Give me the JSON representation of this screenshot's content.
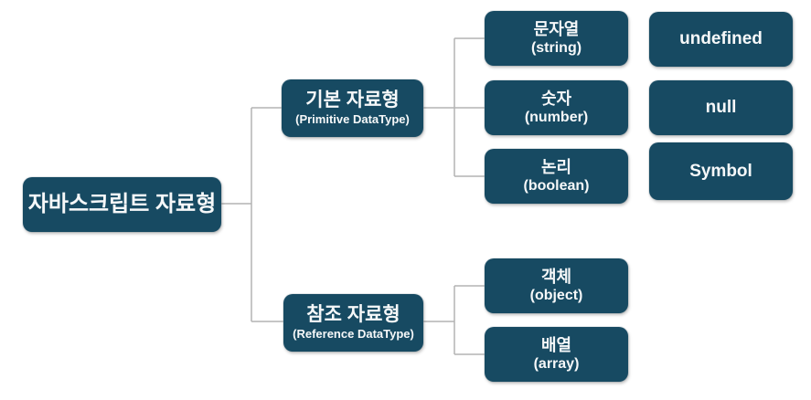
{
  "diagram": {
    "root": {
      "label": "자바스크립트 자료형"
    },
    "branches": {
      "primitive": {
        "label": "기본 자료형",
        "sublabel": "(Primitive DataType)"
      },
      "reference": {
        "label": "참조 자료형",
        "sublabel": "(Reference DataType)"
      }
    },
    "primitive_children": [
      {
        "label": "문자열",
        "sublabel": "(string)"
      },
      {
        "label": "숫자",
        "sublabel": "(number)"
      },
      {
        "label": "논리",
        "sublabel": "(boolean)"
      }
    ],
    "extra_primitives": [
      {
        "label": "undefined"
      },
      {
        "label": "null"
      },
      {
        "label": "Symbol"
      }
    ],
    "reference_children": [
      {
        "label": "객체",
        "sublabel": "(object)"
      },
      {
        "label": "배열",
        "sublabel": "(array)"
      }
    ],
    "colors": {
      "node_fill": "#174a62",
      "node_text": "#f6f8f9",
      "connector": "#b3b3b3",
      "background": "#ffffff"
    }
  }
}
